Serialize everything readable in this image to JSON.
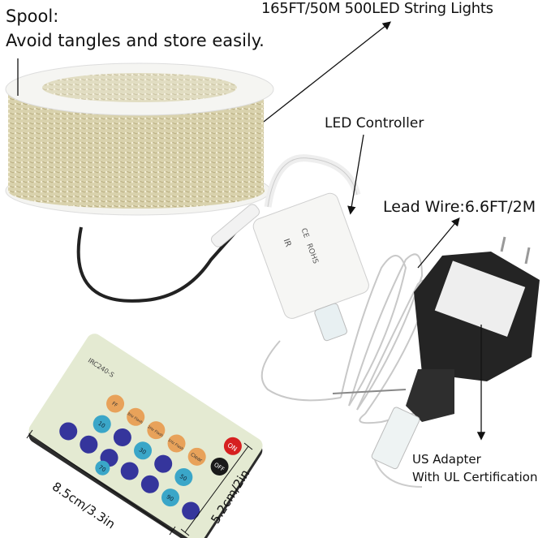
{
  "annotations": {
    "spool_title": "Spool:",
    "spool_desc": "Avoid tangles and store easily.",
    "product_title": "165FT/50M 500LED String Lights",
    "controller": "LED Controller",
    "lead_wire": "Lead Wire:6.6FT/2M",
    "adapter_line1": "US Adapter",
    "adapter_line2": "With UL Certification",
    "remote_length": "8.5cm/3.3in",
    "remote_width": "5.2cm/2in"
  },
  "remote": {
    "model": "IRC240-S",
    "on": "ON",
    "off": "OFF",
    "clear": "Clear",
    "flash1": "1Hz Flash",
    "flash2": "2Hz Flash",
    "flash3": "3Hz Flash",
    "ff": "FF",
    "b50": "50",
    "b30": "30",
    "b90": "90",
    "b70": "70",
    "b10": "10"
  },
  "controller_markings": {
    "ir": "IR",
    "rohs": "ROHS",
    "ce": "CE"
  },
  "colors": {
    "wire_gold": "#d8cfa8",
    "spool_white": "#f5f5f2",
    "adapter_black": "#222222",
    "remote_body": "#e4ead2",
    "btn_blue": "#34349a",
    "btn_cyan": "#3aa6c8",
    "btn_orange": "#e8a25a",
    "btn_red": "#d62020"
  }
}
